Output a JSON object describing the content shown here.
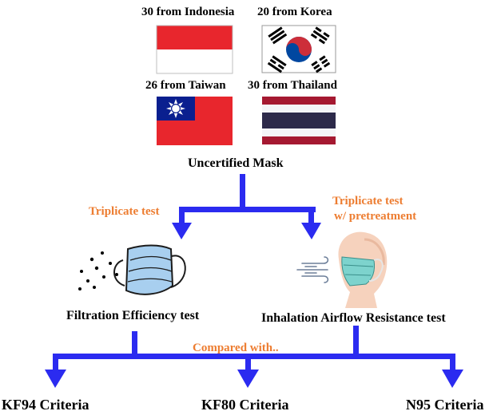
{
  "countries": [
    {
      "label": "30 from Indonesia",
      "flag": "indonesia-flag"
    },
    {
      "label": "20 from Korea",
      "flag": "korea-flag"
    },
    {
      "label": "26 from Taiwan",
      "flag": "taiwan-flag"
    },
    {
      "label": "30 from Thailand",
      "flag": "thailand-flag"
    }
  ],
  "main_label": "Uncertified Mask",
  "branch_left_label": "Triplicate test",
  "branch_right_label_line1": "Triplicate test",
  "branch_right_label_line2": "w/ pretreatment",
  "test_left_label": "Filtration Efficiency test",
  "test_right_label": "Inhalation Airflow Resistance test",
  "compare_label": "Compared with..",
  "criteria": [
    "KF94 Criteria",
    "KF80 Criteria",
    "N95 Criteria"
  ],
  "colors": {
    "arrow": "#2B2BF0",
    "highlight_text": "#ED7D31",
    "indonesia_red": "#E8262D",
    "korea_red": "#CD2E3A",
    "korea_blue": "#0047A0",
    "taiwan_red": "#E8262D",
    "taiwan_blue": "#0A1F8F",
    "thailand_red": "#A51931",
    "thailand_blue": "#2D2A4A",
    "mask_blue": "#A8CFEF"
  }
}
